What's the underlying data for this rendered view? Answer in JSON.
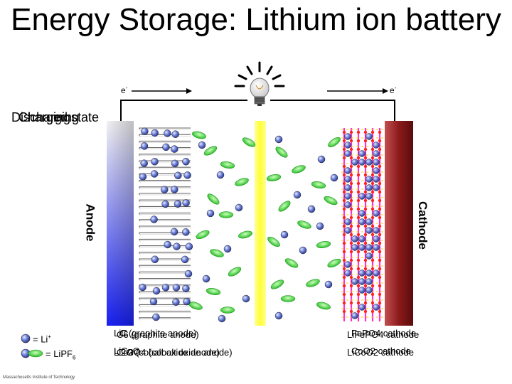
{
  "title": "Energy Storage: Lithium ion battery",
  "electron_left": "e",
  "electron_right": "e",
  "electron_sup": "-",
  "state_labels": [
    "Discharging",
    "Charging",
    "Charged state"
  ],
  "anode_label": "Anode",
  "cathode_label": "Cathode",
  "legend": {
    "li_ion": "= Li",
    "li_ion_sup": "+",
    "lipf6": "= LiPF",
    "lipf6_sub": "6"
  },
  "anode_materials": [
    "LiC",
    "C (graphite anode)",
    "C6 (graphite anode)"
  ],
  "anode_materials_2": [
    "Li",
    "CoO",
    "Co3O4 (cobalt oxide anode)",
    "Li2O (cobalt oxide anode)"
  ],
  "cathode_materials": [
    "LiFePO4 cathode",
    "FePO4 cathode"
  ],
  "cathode_materials_2": [
    "LiCoO2 cathode",
    "CoO2 cathode"
  ],
  "credit": "Massachusetts Institute of Technology",
  "colors": {
    "anode_top": "#ffffff",
    "anode_bottom": "#1a22ff",
    "cathode": "#8b1a1a",
    "separator": "#ffff66",
    "ion": "#5a6fd0",
    "electrolyte": "#44dd33",
    "lattice": "#ff33cc"
  }
}
